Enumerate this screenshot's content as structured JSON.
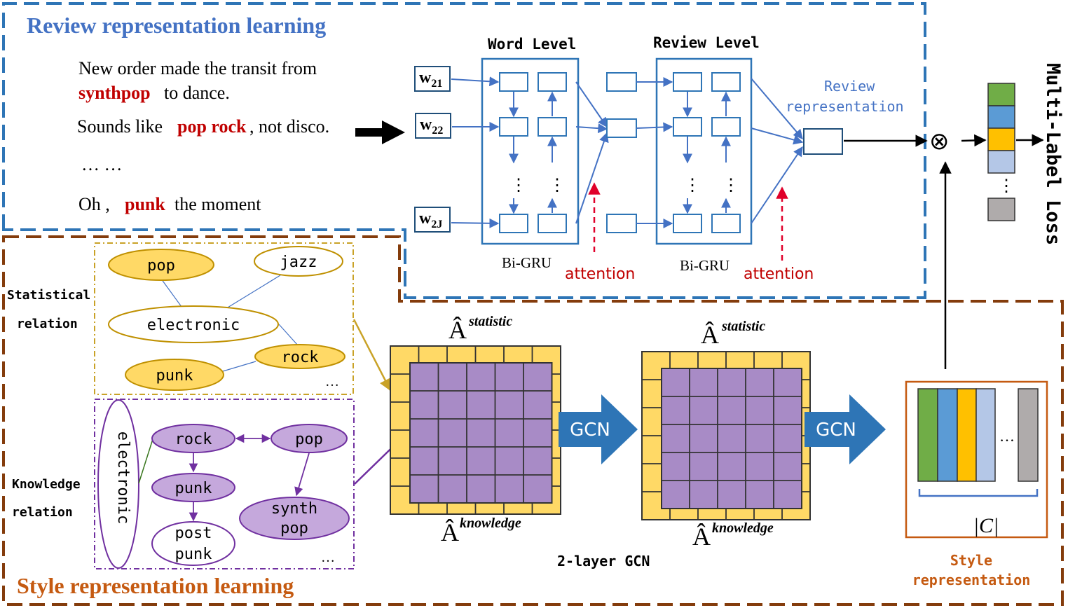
{
  "colors": {
    "blue": "#2E75B6",
    "brown": "#843C0C",
    "red": "#C00000",
    "gold": "#C9A227",
    "yellow": "#FFD966",
    "purple": "#A88BC6",
    "purple_dark": "#7030A0",
    "gcn_blue": "#2E75B6",
    "style_box": "#C55A11",
    "bar_green": "#70AD47",
    "bar_blue": "#5B9BD5",
    "bar_orange": "#FFC000",
    "bar_light": "#B4C7E7",
    "bar_gray": "#AFABAB"
  },
  "review_section": {
    "title": "Review representation learning",
    "sentence1_a": "New order made the transit from",
    "sentence1_hl": "synthpop",
    "sentence1_b": "to dance.",
    "sentence2_a": "Sounds like",
    "sentence2_hl": "pop rock",
    "sentence2_b": ",   not disco.",
    "ellipsis": "… …",
    "sentence3_a": "Oh ,",
    "sentence3_hl": "punk",
    "sentence3_b": "the moment",
    "word_level": "Word Level",
    "review_level": "Review Level",
    "w1": "w",
    "w1_sub": "21",
    "w2": "w",
    "w2_sub": "22",
    "w3": "w",
    "w3_sub": "2J",
    "bigru1": "Bi-GRU",
    "bigru2": "Bi-GRU",
    "attention1": "attention",
    "attention2": "attention",
    "review_rep_1": "Review",
    "review_rep_2": "representation",
    "vdots": "⋮",
    "otimes": "⊗"
  },
  "style_section": {
    "title": "Style representation learning",
    "statistical_1": "Statistical",
    "statistical_2": "relation",
    "knowledge_1": "Knowledge",
    "knowledge_2": "relation",
    "stat_nodes": {
      "pop": "pop",
      "jazz": "jazz",
      "electronic": "electronic",
      "rock": "rock",
      "punk": "punk"
    },
    "know_nodes": {
      "electronic": "electronic",
      "rock": "rock",
      "pop": "pop",
      "punk": "punk",
      "synth_1": "synth",
      "synth_2": "pop",
      "post_1": "post",
      "post_2": "punk"
    },
    "ellipsis": "…",
    "a_hat": "Â",
    "statistic": "statistic",
    "knowledge": "knowledge",
    "gcn": "GCN",
    "two_layer": "2-layer GCN",
    "style_rep_1": "Style",
    "style_rep_2": "representation",
    "c_label": "|C|",
    "multi_label_loss": "Multi-Label Loss"
  }
}
